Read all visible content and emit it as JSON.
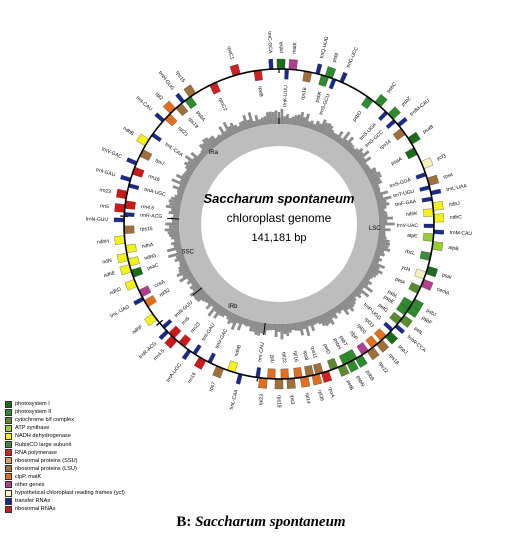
{
  "map": {
    "species": "Saccharum spontaneum",
    "subtitle": "chloroplast genome",
    "size": "141,181 bp",
    "regions": [
      "LSC",
      "IRb",
      "SSC",
      "IRa"
    ]
  },
  "genes": {
    "outer": [
      {
        "name": "psbA",
        "pos": 0.002,
        "cat": 0
      },
      {
        "name": "trnK-UUU",
        "pos": 0.008,
        "cat": 12
      },
      {
        "name": "matK",
        "pos": 0.014,
        "cat": 10
      },
      {
        "name": "rps16",
        "pos": 0.03,
        "cat": 8
      },
      {
        "name": "trnQ-UUG",
        "pos": 0.04,
        "cat": 12
      },
      {
        "name": "psbK",
        "pos": 0.048,
        "cat": 1
      },
      {
        "name": "psbI",
        "pos": 0.052,
        "cat": 1
      },
      {
        "name": "trnS-GCU",
        "pos": 0.058,
        "cat": 12
      },
      {
        "name": "trnG-UCC",
        "pos": 0.066,
        "cat": 12
      },
      {
        "name": "psbD",
        "pos": 0.1,
        "cat": 1
      },
      {
        "name": "psbC",
        "pos": 0.11,
        "cat": 1
      },
      {
        "name": "trnS-UGA",
        "pos": 0.122,
        "cat": 12
      },
      {
        "name": "psbZ",
        "pos": 0.128,
        "cat": 1
      },
      {
        "name": "trnG-GCC",
        "pos": 0.134,
        "cat": 12
      },
      {
        "name": "trnfM-CAU",
        "pos": 0.14,
        "cat": 12
      },
      {
        "name": "rps14",
        "pos": 0.148,
        "cat": 8
      },
      {
        "name": "psaB",
        "pos": 0.16,
        "cat": 0
      },
      {
        "name": "psaA",
        "pos": 0.172,
        "cat": 0
      },
      {
        "name": "ycf3",
        "pos": 0.188,
        "cat": 11
      },
      {
        "name": "trnS-GGA",
        "pos": 0.198,
        "cat": 12
      },
      {
        "name": "rps4",
        "pos": 0.206,
        "cat": 8
      },
      {
        "name": "trnT-UGU",
        "pos": 0.212,
        "cat": 12
      },
      {
        "name": "trnL-UAA",
        "pos": 0.218,
        "cat": 12
      },
      {
        "name": "trnF-GAA",
        "pos": 0.224,
        "cat": 12
      },
      {
        "name": "ndhJ",
        "pos": 0.232,
        "cat": 4
      },
      {
        "name": "ndhK",
        "pos": 0.238,
        "cat": 4
      },
      {
        "name": "ndhC",
        "pos": 0.244,
        "cat": 4
      },
      {
        "name": "trnV-UAC",
        "pos": 0.252,
        "cat": 12
      },
      {
        "name": "trnM-CAU",
        "pos": 0.258,
        "cat": 12
      },
      {
        "name": "atpE",
        "pos": 0.264,
        "cat": 3
      },
      {
        "name": "atpB",
        "pos": 0.272,
        "cat": 3
      },
      {
        "name": "rbcL",
        "pos": 0.284,
        "cat": 5
      },
      {
        "name": "psaI",
        "pos": 0.298,
        "cat": 0
      },
      {
        "name": "ycf4",
        "pos": 0.304,
        "cat": 11
      },
      {
        "name": "cemA",
        "pos": 0.312,
        "cat": 10
      },
      {
        "name": "petA",
        "pos": 0.32,
        "cat": 2
      },
      {
        "name": "psbJ",
        "pos": 0.334,
        "cat": 1
      },
      {
        "name": "psbL",
        "pos": 0.338,
        "cat": 1
      },
      {
        "name": "psbF",
        "pos": 0.342,
        "cat": 1
      },
      {
        "name": "psbE",
        "pos": 0.346,
        "cat": 1
      },
      {
        "name": "petL",
        "pos": 0.354,
        "cat": 2
      },
      {
        "name": "petG",
        "pos": 0.358,
        "cat": 2
      },
      {
        "name": "trnW-CCA",
        "pos": 0.364,
        "cat": 12
      },
      {
        "name": "trnP-UGG",
        "pos": 0.37,
        "cat": 12
      },
      {
        "name": "psaJ",
        "pos": 0.376,
        "cat": 0
      },
      {
        "name": "rpl33",
        "pos": 0.382,
        "cat": 9
      },
      {
        "name": "rps18",
        "pos": 0.388,
        "cat": 8
      },
      {
        "name": "rpl20",
        "pos": 0.394,
        "cat": 9
      },
      {
        "name": "rps12",
        "pos": 0.4,
        "cat": 8
      },
      {
        "name": "clpP",
        "pos": 0.406,
        "cat": 10
      },
      {
        "name": "psbB",
        "pos": 0.414,
        "cat": 1
      },
      {
        "name": "psbT",
        "pos": 0.42,
        "cat": 1
      },
      {
        "name": "psbN",
        "pos": 0.424,
        "cat": 1
      },
      {
        "name": "psbH",
        "pos": 0.428,
        "cat": 1
      },
      {
        "name": "petB",
        "pos": 0.434,
        "cat": 2
      },
      {
        "name": "petD",
        "pos": 0.442,
        "cat": 2
      },
      {
        "name": "rpoA",
        "pos": 0.452,
        "cat": 6
      },
      {
        "name": "rps11",
        "pos": 0.458,
        "cat": 8
      },
      {
        "name": "rpl36",
        "pos": 0.462,
        "cat": 9
      },
      {
        "name": "rps8",
        "pos": 0.468,
        "cat": 8
      },
      {
        "name": "rpl14",
        "pos": 0.474,
        "cat": 9
      },
      {
        "name": "rpl16",
        "pos": 0.48,
        "cat": 9
      },
      {
        "name": "rps3",
        "pos": 0.488,
        "cat": 8
      },
      {
        "name": "rpl22",
        "pos": 0.494,
        "cat": 9
      },
      {
        "name": "rps19",
        "pos": 0.5,
        "cat": 8
      },
      {
        "name": "rpl2",
        "pos": 0.508,
        "cat": 9
      },
      {
        "name": "rpl23",
        "pos": 0.516,
        "cat": 9
      },
      {
        "name": "trnI-CAU",
        "pos": 0.522,
        "cat": 12
      },
      {
        "name": "trnL-CAA",
        "pos": 0.54,
        "cat": 12
      },
      {
        "name": "ndhB",
        "pos": 0.55,
        "cat": 4
      },
      {
        "name": "rps7",
        "pos": 0.562,
        "cat": 8
      },
      {
        "name": "trnV-GAC",
        "pos": 0.574,
        "cat": 12
      },
      {
        "name": "rrn16",
        "pos": 0.582,
        "cat": 13
      },
      {
        "name": "trnI-GAU",
        "pos": 0.592,
        "cat": 12
      },
      {
        "name": "trnA-UGC",
        "pos": 0.598,
        "cat": 12
      },
      {
        "name": "rrn23",
        "pos": 0.608,
        "cat": 13
      },
      {
        "name": "rrn4.5",
        "pos": 0.618,
        "cat": 13
      },
      {
        "name": "rrn5",
        "pos": 0.622,
        "cat": 13
      },
      {
        "name": "trnR-ACG",
        "pos": 0.628,
        "cat": 12
      },
      {
        "name": "trnN-GUU",
        "pos": 0.634,
        "cat": 12
      },
      {
        "name": "ndhF",
        "pos": 0.648,
        "cat": 4
      },
      {
        "name": "rpl32",
        "pos": 0.664,
        "cat": 9
      },
      {
        "name": "trnL-UAG",
        "pos": 0.67,
        "cat": 12
      },
      {
        "name": "ccsA",
        "pos": 0.676,
        "cat": 10
      },
      {
        "name": "ndhD",
        "pos": 0.688,
        "cat": 4
      },
      {
        "name": "psaC",
        "pos": 0.698,
        "cat": 0
      },
      {
        "name": "ndhE",
        "pos": 0.704,
        "cat": 4
      },
      {
        "name": "ndhG",
        "pos": 0.71,
        "cat": 4
      },
      {
        "name": "ndhI",
        "pos": 0.716,
        "cat": 4
      },
      {
        "name": "ndhA",
        "pos": 0.724,
        "cat": 4
      },
      {
        "name": "ndhH",
        "pos": 0.734,
        "cat": 4
      },
      {
        "name": "rps15",
        "pos": 0.744,
        "cat": 8
      },
      {
        "name": "trnN-GUU",
        "pos": 0.754,
        "cat": 12
      },
      {
        "name": "trnR-ACG",
        "pos": 0.76,
        "cat": 12
      },
      {
        "name": "rrn5",
        "pos": 0.766,
        "cat": 13
      },
      {
        "name": "rrn4.5",
        "pos": 0.77,
        "cat": 13
      },
      {
        "name": "rrn23",
        "pos": 0.78,
        "cat": 13
      },
      {
        "name": "trnA-UGC",
        "pos": 0.79,
        "cat": 12
      },
      {
        "name": "trnI-GAU",
        "pos": 0.796,
        "cat": 12
      },
      {
        "name": "rrn16",
        "pos": 0.806,
        "cat": 13
      },
      {
        "name": "trnV-GAC",
        "pos": 0.814,
        "cat": 12
      },
      {
        "name": "rps7",
        "pos": 0.826,
        "cat": 8
      },
      {
        "name": "ndhB",
        "pos": 0.838,
        "cat": 4
      },
      {
        "name": "trnL-CAA",
        "pos": 0.848,
        "cat": 12
      },
      {
        "name": "trnI-CAU",
        "pos": 0.866,
        "cat": 12
      },
      {
        "name": "rpl23",
        "pos": 0.872,
        "cat": 9
      },
      {
        "name": "rpl2",
        "pos": 0.88,
        "cat": 9
      },
      {
        "name": "rps19",
        "pos": 0.888,
        "cat": 8
      },
      {
        "name": "trnH-GUG",
        "pos": 0.894,
        "cat": 12
      },
      {
        "name": "psbA",
        "pos": 0.9,
        "cat": 1
      },
      {
        "name": "rps15",
        "pos": 0.906,
        "cat": 8
      },
      {
        "name": "rpoC2",
        "pos": 0.93,
        "cat": 6
      },
      {
        "name": "rpoC1",
        "pos": 0.956,
        "cat": 6
      },
      {
        "name": "rpoB",
        "pos": 0.978,
        "cat": 6
      },
      {
        "name": "trnC-GCA",
        "pos": 0.992,
        "cat": 12
      }
    ]
  },
  "legend": [
    {
      "label": "photosystem I",
      "color": "#1a6b1a"
    },
    {
      "label": "photosystem II",
      "color": "#2e8b2e"
    },
    {
      "label": "cytochrome b/f complex",
      "color": "#5c8a2e"
    },
    {
      "label": "ATP synthase",
      "color": "#99cc33"
    },
    {
      "label": "NADH dehydrogenase",
      "color": "#f2f21a"
    },
    {
      "label": "RubisCO large subunit",
      "color": "#3d8a3d"
    },
    {
      "label": "RNA polymerase",
      "color": "#cc2222"
    },
    {
      "label": "ribosomal proteins (SSU)",
      "color": "#d9a066"
    },
    {
      "label": "ribosomal proteins (LSU)",
      "color": "#a0703a"
    },
    {
      "label": "clpP, matK",
      "color": "#e07020"
    },
    {
      "label": "other genes",
      "color": "#b04090"
    },
    {
      "label": "hypothetical chloroplast reading frames (ycf)",
      "color": "#f5f0c0"
    },
    {
      "label": "transfer RNAs",
      "color": "#1a2a8a"
    },
    {
      "label": "ribosomal RNAs",
      "color": "#cc1a1a"
    }
  ],
  "caption": {
    "prefix": "B:",
    "species": "Saccharum spontaneum"
  }
}
